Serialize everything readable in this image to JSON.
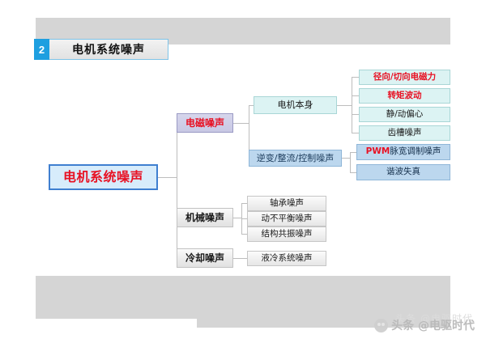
{
  "slide": {
    "number": "2",
    "title": "电机系统噪声"
  },
  "mindmap": {
    "root": "电机系统噪声",
    "branches": [
      {
        "id": "electromagnetic",
        "label": "电磁噪声",
        "children": [
          {
            "id": "motor-itself",
            "label": "电机本身",
            "leaves": [
              {
                "label": "径向/切向电磁力",
                "emphasis": "red"
              },
              {
                "label": "转矩波动",
                "emphasis": "red"
              },
              {
                "label": "静/动偏心",
                "emphasis": "none"
              },
              {
                "label": "齿槽噪声",
                "emphasis": "none"
              }
            ]
          },
          {
            "id": "inverter-rectifier-control",
            "label": "逆变/整流/控制噪声",
            "leaves": [
              {
                "label": "PWM脉宽调制噪声",
                "prefix": "PWM",
                "rest": "脉宽调制噪声",
                "emphasis": "red-prefix"
              },
              {
                "label": "谐波失真",
                "emphasis": "none"
              }
            ]
          }
        ]
      },
      {
        "id": "mechanical",
        "label": "机械噪声",
        "leaves": [
          {
            "label": "轴承噪声"
          },
          {
            "label": "动不平衡噪声"
          },
          {
            "label": "结构共振噪声"
          }
        ]
      },
      {
        "id": "cooling",
        "label": "冷却噪声",
        "leaves": [
          {
            "label": "液冷系统噪声"
          }
        ]
      }
    ]
  },
  "watermark": {
    "text": "头条 @电驱时代",
    "ghost": "头条 @电驱时代"
  },
  "colors": {
    "accent_blue": "#1e9fe0",
    "red": "#e81123",
    "cyan_box": "#dcf3f3",
    "blue_box": "#bcd7ee",
    "purple_box": "#c8c8e4",
    "band_grey": "#d5d5d5"
  }
}
